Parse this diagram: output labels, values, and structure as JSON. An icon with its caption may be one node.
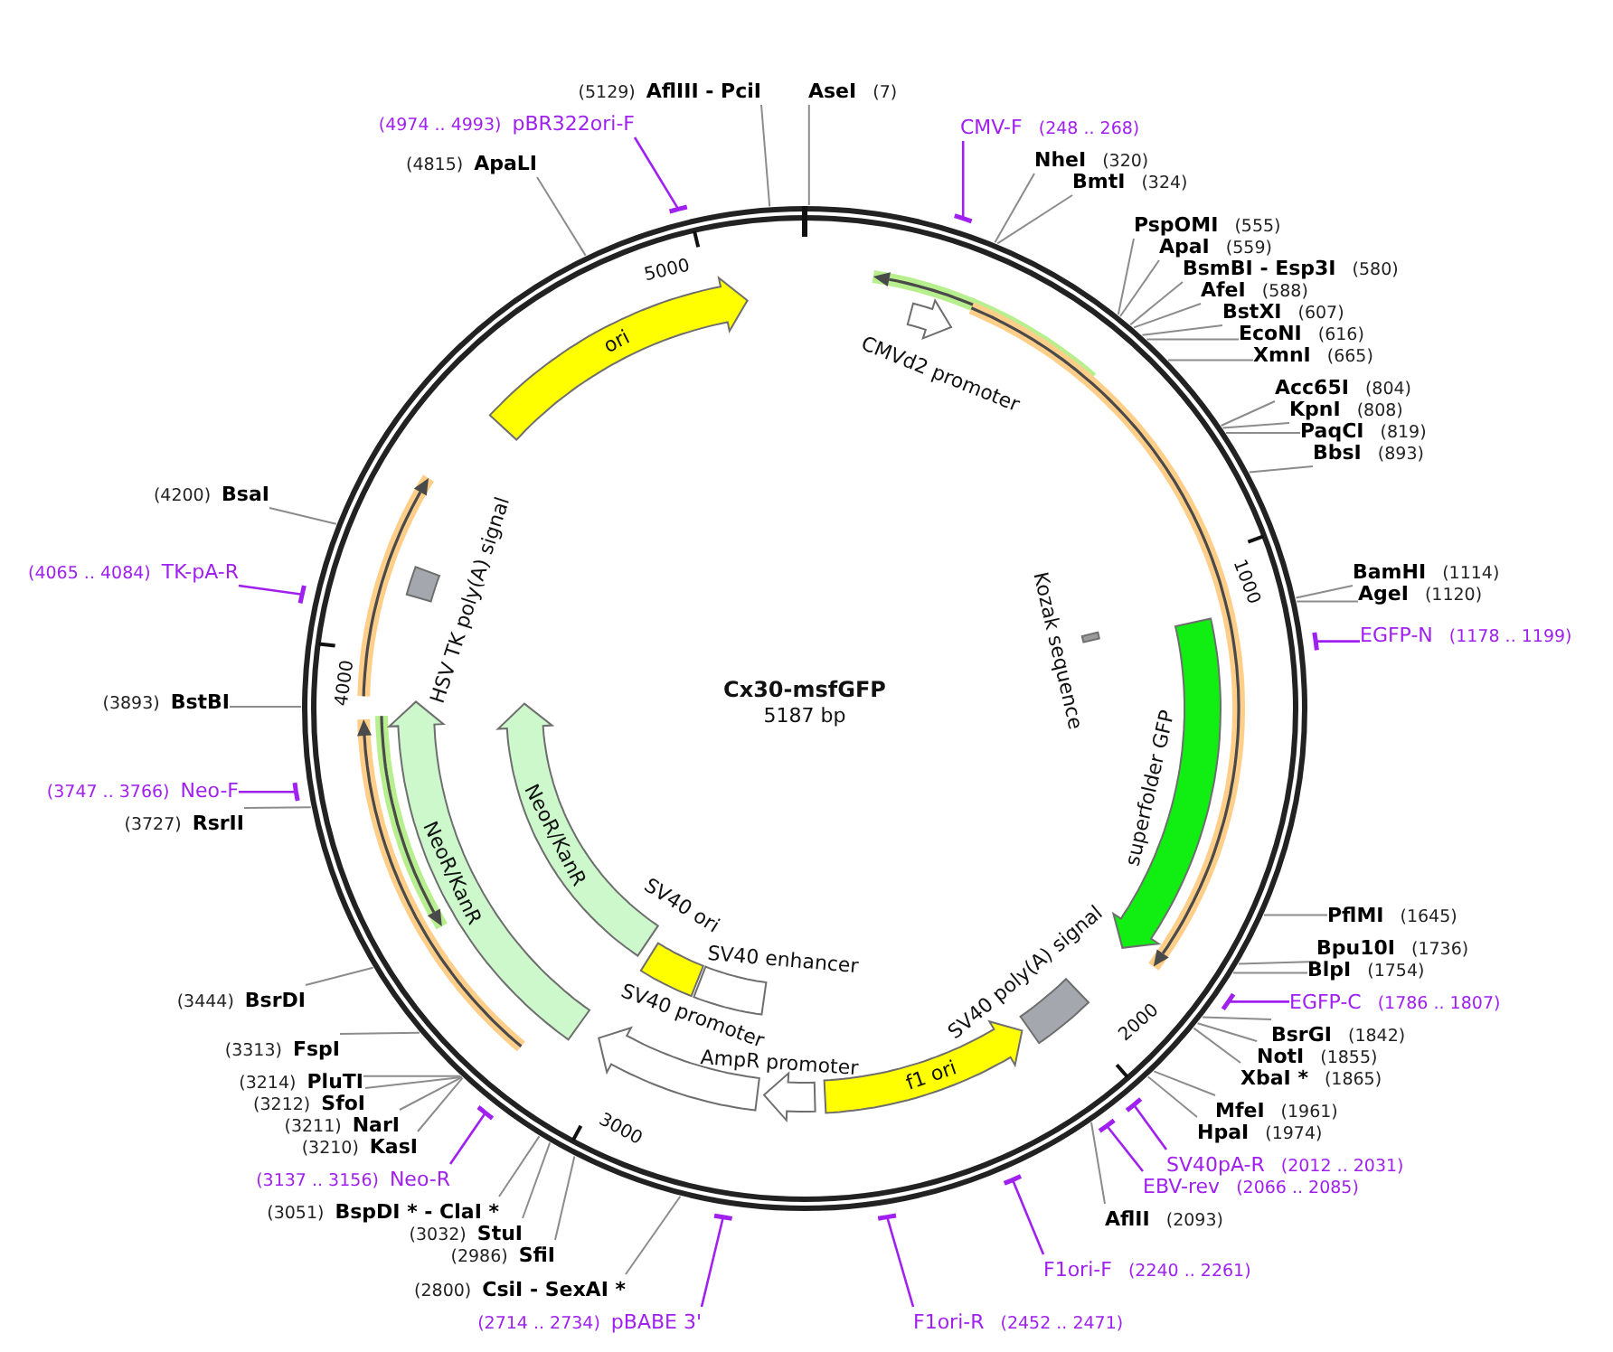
{
  "diagram": {
    "title": "Cx30-msfGFP",
    "nodes": [
      {
        "text": [
          "AseI",
          "(7)"
        ]
      },
      {
        "text": [
          "CMV-F",
          "(248 .. 268)"
        ]
      },
      {
        "text": [
          "NheI",
          "(320)"
        ]
      },
      {
        "text": [
          "BmtI",
          "(324)"
        ]
      },
      {
        "text": [
          "PspOMI",
          "(555)"
        ]
      },
      {
        "text": [
          "ApaI",
          "(559)"
        ]
      },
      {
        "text": [
          "BsmBI - Esp3I",
          "(580)"
        ]
      },
      {
        "text": [
          "AfeI",
          "(588)"
        ]
      },
      {
        "text": [
          "BstXI",
          "(607)"
        ]
      },
      {
        "text": [
          "EcoNI",
          "(616)"
        ]
      },
      {
        "text": [
          "XmnI",
          "(665)"
        ]
      },
      {
        "text": [
          "Acc65I",
          "(804)"
        ]
      },
      {
        "text": [
          "KpnI",
          "(808)"
        ]
      },
      {
        "text": [
          "PaqCI",
          "(819)"
        ]
      },
      {
        "text": [
          "BbsI",
          "(893)"
        ]
      },
      {
        "text": [
          "BamHI",
          "(1114)"
        ]
      },
      {
        "text": [
          "AgeI",
          "(1120)"
        ]
      },
      {
        "text": [
          "EGFP-N",
          "(1178 .. 1199)"
        ]
      },
      {
        "text": [
          "PflMI",
          "(1645)"
        ]
      },
      {
        "text": [
          "Bpu10I",
          "(1736)"
        ]
      },
      {
        "text": [
          "BlpI",
          "(1754)"
        ]
      },
      {
        "text": [
          "EGFP-C",
          "(1786 .. 1807)"
        ]
      },
      {
        "text": [
          "BsrGI",
          "(1842)"
        ]
      },
      {
        "text": [
          "NotI",
          "(1855)"
        ]
      },
      {
        "text": [
          "XbaI *",
          "(1865)"
        ]
      },
      {
        "text": [
          "MfeI",
          "(1961)"
        ]
      },
      {
        "text": [
          "HpaI",
          "(1974)"
        ]
      },
      {
        "text": [
          "SV40pA-R",
          "(2012 .. 2031)"
        ]
      },
      {
        "text": [
          "EBV-rev",
          "(2066 .. 2085)"
        ]
      },
      {
        "text": [
          "AflII",
          "(2093)"
        ]
      },
      {
        "text": [
          "F1ori-F",
          "(2240 .. 2261)"
        ]
      },
      {
        "text": [
          "F1ori-R",
          "(2452 .. 2471)"
        ]
      },
      {
        "text": [
          "(2714 .. 2734)",
          "pBABE 3'"
        ]
      },
      {
        "text": [
          "(2800)",
          "CsiI - SexAI *"
        ]
      },
      {
        "text": [
          "(2986)",
          "SfiI"
        ]
      },
      {
        "text": [
          "(3032)",
          "StuI"
        ]
      },
      {
        "text": [
          "(3051)",
          "BspDI * - ClaI *"
        ]
      },
      {
        "text": [
          "(3137 .. 3156)",
          "Neo-R"
        ]
      },
      {
        "text": [
          "(3210)",
          "KasI"
        ]
      },
      {
        "text": [
          "(3211)",
          "NarI"
        ]
      },
      {
        "text": [
          "(3212)",
          "SfoI"
        ]
      },
      {
        "text": [
          "(3214)",
          "PluTI"
        ]
      },
      {
        "text": [
          "(3313)",
          "FspI"
        ]
      },
      {
        "text": [
          "(3444)",
          "BsrDI"
        ]
      },
      {
        "text": [
          "(3727)",
          "RsrII"
        ]
      },
      {
        "text": [
          "(3747 .. 3766)",
          "Neo-F"
        ]
      },
      {
        "text": [
          "(3893)",
          "BstBI"
        ]
      },
      {
        "text": [
          "(4065 .. 4084)",
          "TK-pA-R"
        ]
      },
      {
        "text": [
          "(4200)",
          "BsaI"
        ]
      },
      {
        "text": [
          "(4815)",
          "ApaLI"
        ]
      },
      {
        "text": [
          "(4974 .. 4993)",
          "pBR322ori-F"
        ]
      },
      {
        "text": [
          "(5129)",
          "AflIII - PciI"
        ]
      },
      {
        "text": [
          "ori"
        ]
      },
      {
        "text": [
          "CMVd2 promoter"
        ]
      },
      {
        "text": [
          "Kozak sequence"
        ]
      },
      {
        "text": [
          "superfolder GFP"
        ]
      },
      {
        "text": [
          "SV40 poly(A) signal"
        ]
      },
      {
        "text": [
          "f1 ori"
        ]
      },
      {
        "text": [
          "AmpR promoter"
        ]
      },
      {
        "text": [
          "SV40 promoter"
        ]
      },
      {
        "text": [
          "SV40 enhancer"
        ]
      },
      {
        "text": [
          "SV40 ori"
        ]
      },
      {
        "text": [
          "NeoR/KanR"
        ]
      },
      {
        "text": [
          "NeoR/KanR"
        ]
      },
      {
        "text": [
          "HSV TK poly(A) signal"
        ]
      }
    ],
    "edges": [
      {
        "from": 0,
        "to": null,
        "arrow": "none"
      },
      {
        "from": 1,
        "to": null,
        "arrow": "none",
        "color": "#a020f0"
      },
      {
        "from": 2,
        "to": null,
        "arrow": "none"
      },
      {
        "from": 3,
        "to": null,
        "arrow": "none"
      },
      {
        "from": 4,
        "to": null,
        "arrow": "none"
      },
      {
        "from": 5,
        "to": null,
        "arrow": "none"
      },
      {
        "from": 6,
        "to": null,
        "arrow": "none"
      },
      {
        "from": 7,
        "to": null,
        "arrow": "none"
      },
      {
        "from": 8,
        "to": null,
        "arrow": "none"
      },
      {
        "from": 9,
        "to": null,
        "arrow": "none"
      },
      {
        "from": 10,
        "to": null,
        "arrow": "none"
      },
      {
        "from": 11,
        "to": null,
        "arrow": "none"
      },
      {
        "from": 12,
        "to": null,
        "arrow": "none"
      },
      {
        "from": 13,
        "to": null,
        "arrow": "none"
      },
      {
        "from": 14,
        "to": null,
        "arrow": "none"
      },
      {
        "from": 15,
        "to": null,
        "arrow": "none"
      },
      {
        "from": 16,
        "to": null,
        "arrow": "none"
      },
      {
        "from": 17,
        "to": null,
        "arrow": "none",
        "color": "#a020f0"
      },
      {
        "from": 18,
        "to": null,
        "arrow": "none"
      },
      {
        "from": 19,
        "to": null,
        "arrow": "none"
      },
      {
        "from": 20,
        "to": null,
        "arrow": "none"
      },
      {
        "from": 21,
        "to": null,
        "arrow": "none",
        "color": "#a020f0"
      },
      {
        "from": 22,
        "to": null,
        "arrow": "none"
      },
      {
        "from": 23,
        "to": null,
        "arrow": "none"
      },
      {
        "from": 24,
        "to": null,
        "arrow": "none"
      },
      {
        "from": 25,
        "to": null,
        "arrow": "none"
      },
      {
        "from": 26,
        "to": null,
        "arrow": "none"
      },
      {
        "from": 27,
        "to": null,
        "arrow": "none",
        "color": "#a020f0"
      },
      {
        "from": 28,
        "to": null,
        "arrow": "none",
        "color": "#a020f0"
      },
      {
        "from": 29,
        "to": null,
        "arrow": "none"
      },
      {
        "from": 30,
        "to": null,
        "arrow": "none",
        "color": "#a020f0"
      },
      {
        "from": 31,
        "to": null,
        "arrow": "none",
        "color": "#a020f0"
      },
      {
        "from": 32,
        "to": null,
        "arrow": "none",
        "color": "#a020f0"
      },
      {
        "from": 33,
        "to": null,
        "arrow": "none"
      },
      {
        "from": 34,
        "to": null,
        "arrow": "none"
      },
      {
        "from": 35,
        "to": null,
        "arrow": "none"
      },
      {
        "from": 36,
        "to": null,
        "arrow": "none"
      },
      {
        "from": 37,
        "to": null,
        "arrow": "none",
        "color": "#a020f0"
      },
      {
        "from": 38,
        "to": null,
        "arrow": "none"
      },
      {
        "from": 39,
        "to": null,
        "arrow": "none"
      },
      {
        "from": 40,
        "to": null,
        "arrow": "none"
      },
      {
        "from": 41,
        "to": null,
        "arrow": "none"
      },
      {
        "from": 42,
        "to": null,
        "arrow": "none"
      },
      {
        "from": 43,
        "to": null,
        "arrow": "none"
      },
      {
        "from": 44,
        "to": null,
        "arrow": "none"
      },
      {
        "from": 45,
        "to": null,
        "arrow": "none",
        "color": "#a020f0"
      },
      {
        "from": 46,
        "to": null,
        "arrow": "none"
      },
      {
        "from": 47,
        "to": null,
        "arrow": "none",
        "color": "#a020f0"
      },
      {
        "from": 48,
        "to": null,
        "arrow": "none"
      },
      {
        "from": 49,
        "to": null,
        "arrow": "none"
      },
      {
        "from": 50,
        "to": null,
        "arrow": "none",
        "color": "#a020f0"
      },
      {
        "from": 51,
        "to": null,
        "arrow": "none"
      }
    ],
    "labels": [
      "5187 bp",
      "1000",
      "2000",
      "3000",
      "4000",
      "5000"
    ]
  }
}
